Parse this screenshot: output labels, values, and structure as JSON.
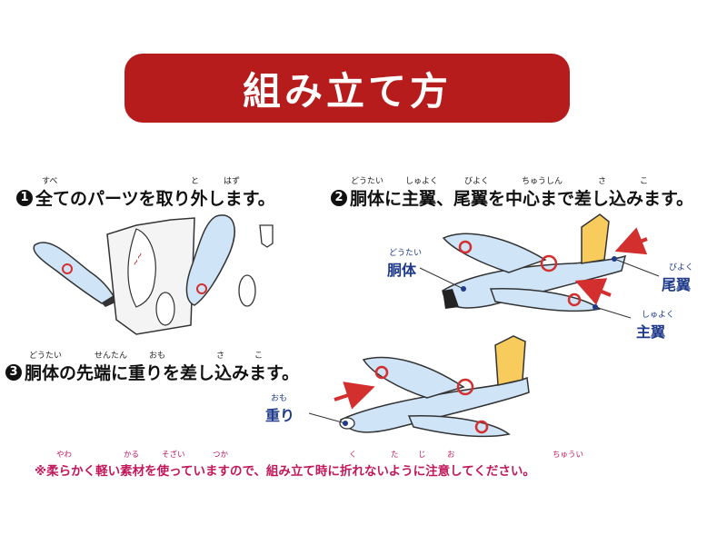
{
  "title": "組み立て方",
  "steps": [
    {
      "num": "1",
      "text": "全てのパーツを取り外します。",
      "ruby": [
        "すべ",
        "と",
        "はず"
      ]
    },
    {
      "num": "2",
      "text": "胴体に主翼、尾翼を中心まで差し込みます。",
      "ruby": [
        "どうたい",
        "しゅよく",
        "びよく",
        "ちゅうしん",
        "さ",
        "こ"
      ]
    },
    {
      "num": "3",
      "text": "胴体の先端に重りを差し込みます。",
      "ruby": [
        "どうたい",
        "せんたん",
        "おも",
        "さ",
        "こ"
      ]
    }
  ],
  "labels": {
    "body": {
      "text": "胴体",
      "ruby": "どうたい"
    },
    "tail": {
      "text": "尾翼",
      "ruby": "びよく"
    },
    "main_wing": {
      "text": "主翼",
      "ruby": "しゅよく"
    },
    "weight": {
      "text": "重り",
      "ruby": "おも"
    }
  },
  "note": {
    "text": "※柔らかく軽い素材を使っていますので、組み立て時に折れないように注意してください。",
    "ruby": [
      "やわ",
      "かる",
      "そざい",
      "つか",
      "く",
      "た",
      "じ",
      "お",
      "ちゅうい"
    ]
  },
  "colors": {
    "banner": "#b71c1c",
    "label": "#1f3a8a",
    "note": "#c2185b",
    "plane": "#cfe4f7",
    "arrow": "#d32f2f"
  }
}
